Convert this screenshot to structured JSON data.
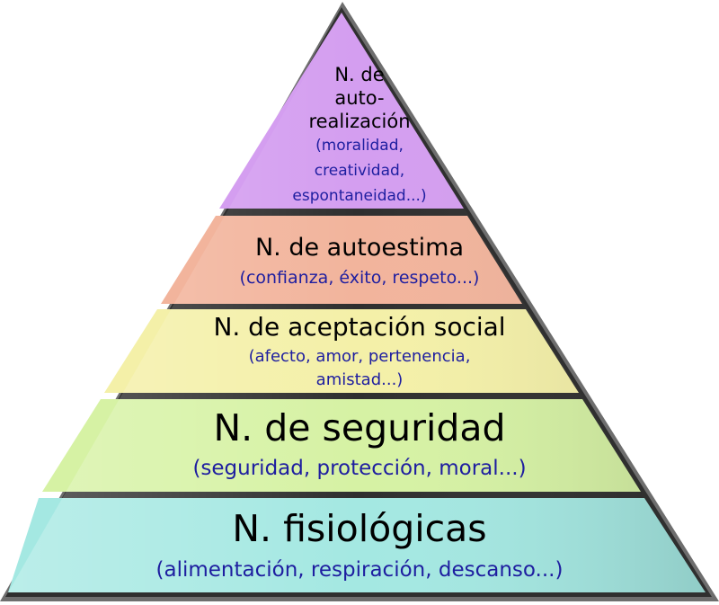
{
  "levels": [
    {
      "title_lines": [
        "N. de",
        "auto-",
        "realización"
      ],
      "subtitle_lines": [
        "(moralidad,",
        "creatividad,",
        "espontaneidad...)"
      ],
      "color": "#d49ef0"
    },
    {
      "title": "N. de autoestima",
      "subtitle": "(confianza, éxito, respeto...)",
      "color": "#f2b49c"
    },
    {
      "title": "N. de aceptación social",
      "subtitle_lines": [
        "(afecto, amor, pertenencia,",
        "amistad...)"
      ],
      "color": "#f4f0a8"
    },
    {
      "title": "N. de seguridad",
      "subtitle": "(seguridad, protección, moral...)",
      "color": "#d6f2a4"
    },
    {
      "title": "N. fisiológicas",
      "subtitle": "(alimentación, respiración, descanso...)",
      "color": "#a4e8e2"
    }
  ]
}
